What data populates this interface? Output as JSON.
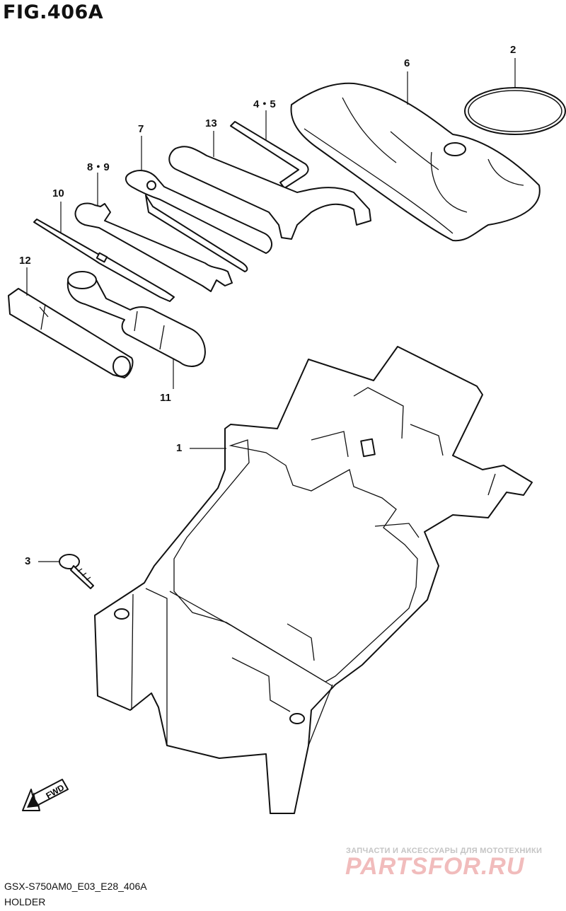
{
  "figure": {
    "title": "FIG.406A",
    "model_code": "GSX-S750AM0_E03_E28_406A",
    "group_name": "HOLDER"
  },
  "callouts": {
    "c1": "1",
    "c2": "2",
    "c3": "3",
    "c45": "4・5",
    "c6": "6",
    "c7": "7",
    "c89": "8・9",
    "c10": "10",
    "c11": "11",
    "c12": "12",
    "c13": "13"
  },
  "fwd_label": "FWD",
  "watermark": {
    "line1": "ЗАПЧАСТИ И АКСЕССУАРЫ ДЛЯ МОТОТЕХНИКИ",
    "line2": "PARTSFOR.RU"
  }
}
